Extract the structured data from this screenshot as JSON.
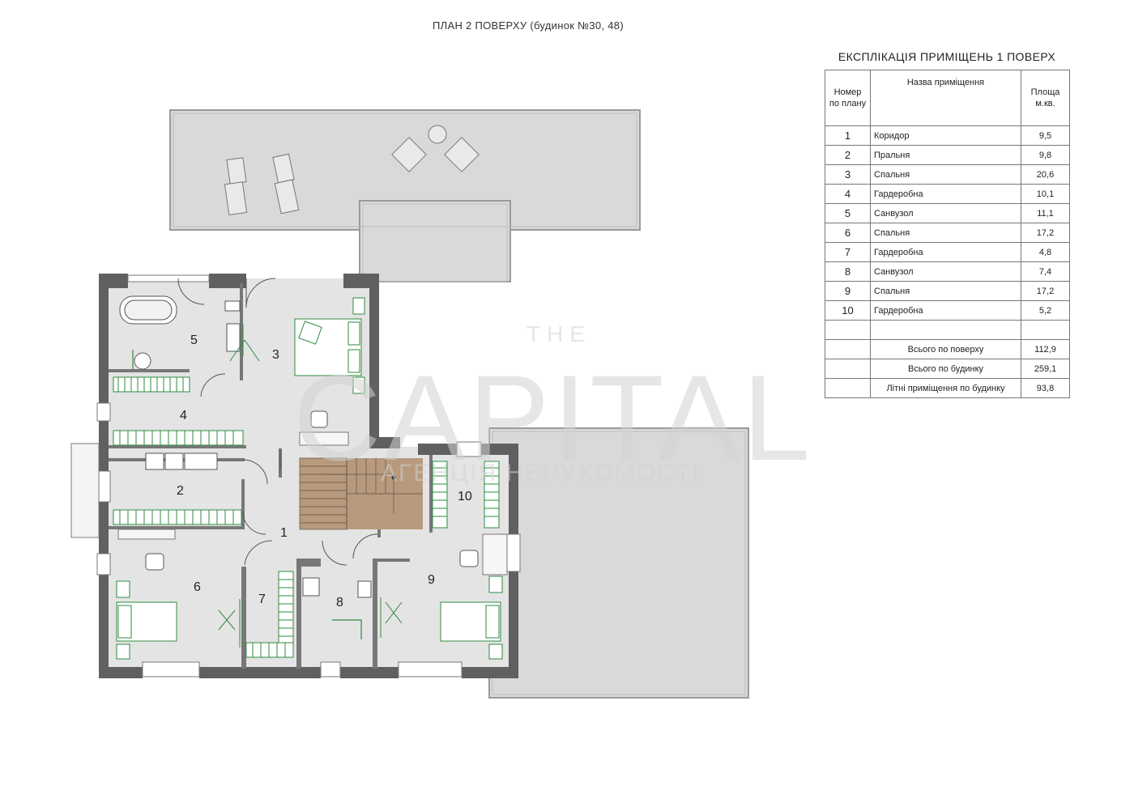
{
  "plan_title": "ПЛАН 2 ПОВЕРХУ (будинок №30, 48)",
  "table": {
    "title": "ЕКСПЛІКАЦІЯ ПРИМІЩЕНЬ 1 ПОВЕРХ",
    "headers": {
      "number": "Номер по плану",
      "name": "Назва приміщення",
      "area": "Площа м.кв."
    },
    "rows": [
      {
        "number": "1",
        "name": "Коридор",
        "area": "9,5"
      },
      {
        "number": "2",
        "name": "Пральня",
        "area": "9,8"
      },
      {
        "number": "3",
        "name": "Спальня",
        "area": "20,6"
      },
      {
        "number": "4",
        "name": "Гардеробна",
        "area": "10,1"
      },
      {
        "number": "5",
        "name": "Санвузол",
        "area": "11,1"
      },
      {
        "number": "6",
        "name": "Спальня",
        "area": "17,2"
      },
      {
        "number": "7",
        "name": "Гардеробна",
        "area": "4,8"
      },
      {
        "number": "8",
        "name": "Санвузол",
        "area": "7,4"
      },
      {
        "number": "9",
        "name": "Спальня",
        "area": "17,2"
      },
      {
        "number": "10",
        "name": "Гардеробна",
        "area": "5,2"
      }
    ],
    "totals": [
      {
        "name": "Всього по поверху",
        "area": "112,9"
      },
      {
        "name": "Всього по будинку",
        "area": "259,1"
      },
      {
        "name": "Літні приміщення по будинку",
        "area": "93,8"
      }
    ]
  },
  "room_labels": [
    "1",
    "2",
    "3",
    "4",
    "5",
    "6",
    "7",
    "8",
    "9",
    "10"
  ],
  "watermark": {
    "line1": "THE",
    "line2": "CAPITAL",
    "line3": "АГЕНЦІЯ НЕРУХОМОСТІ"
  },
  "colors": {
    "wall": "#5f6062",
    "floor": "#e4e4e4",
    "terrace": "#d9d9d9",
    "furniture": "#2e8b3e",
    "stairs": "#b79a7e"
  }
}
